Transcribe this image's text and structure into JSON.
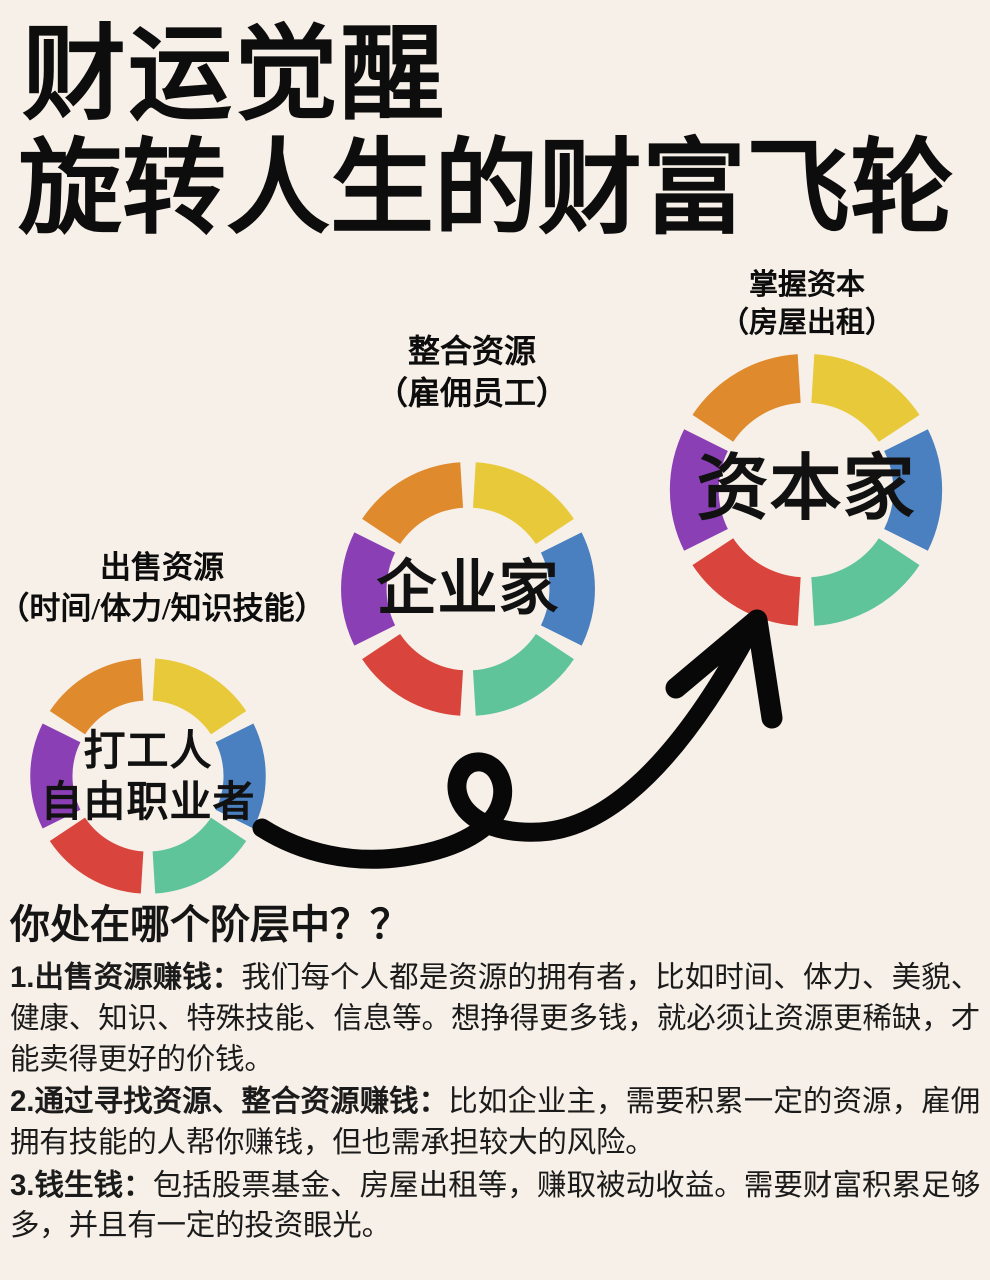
{
  "background_color": "#F7F0E8",
  "title": {
    "line1": "财运觉醒",
    "line2": "旋转人生的财富飞轮"
  },
  "palette": {
    "orange": "#E08A2E",
    "yellow": "#E8C93A",
    "blue": "#4A80C0",
    "green": "#5FC49A",
    "red": "#D9453C",
    "purple": "#8B3FB5",
    "arrow": "#080808",
    "text": "#111111"
  },
  "flywheels": [
    {
      "id": "worker",
      "label_line1": "出售资源",
      "label_line2": "（时间/体力/知识技能）",
      "center_line1": "打工人",
      "center_line2": "自由职业者",
      "segment_colors": [
        "#E8C93A",
        "#4A80C0",
        "#5FC49A",
        "#D9453C",
        "#8B3FB5",
        "#E08A2E"
      ]
    },
    {
      "id": "entrepreneur",
      "label_line1": "整合资源",
      "label_line2": "（雇佣员工）",
      "center_line1": "企业家",
      "center_line2": "",
      "segment_colors": [
        "#E8C93A",
        "#4A80C0",
        "#5FC49A",
        "#D9453C",
        "#8B3FB5",
        "#E08A2E"
      ]
    },
    {
      "id": "capitalist",
      "label_line1": "掌握资本",
      "label_line2": "（房屋出租）",
      "center_line1": "资本家",
      "center_line2": "",
      "segment_colors": [
        "#E8C93A",
        "#4A80C0",
        "#5FC49A",
        "#D9453C",
        "#8B3FB5",
        "#E08A2E"
      ]
    }
  ],
  "body": {
    "heading": "你处在哪个阶层中？？",
    "paragraphs": [
      {
        "lead": "1.出售资源赚钱：",
        "text": "我们每个人都是资源的拥有者，比如时间、体力、美貌、健康、知识、特殊技能、信息等。想挣得更多钱，就必须让资源更稀缺，才能卖得更好的价钱。"
      },
      {
        "lead": "2.通过寻找资源、整合资源赚钱：",
        "text": "比如企业主，需要积累一定的资源，雇佣拥有技能的人帮你赚钱，但也需承担较大的风险。"
      },
      {
        "lead": "3.钱生钱：",
        "text": "包括股票基金、房屋出租等，赚取被动收益。需要财富积累足够多，并且有一定的投资眼光。"
      }
    ]
  }
}
